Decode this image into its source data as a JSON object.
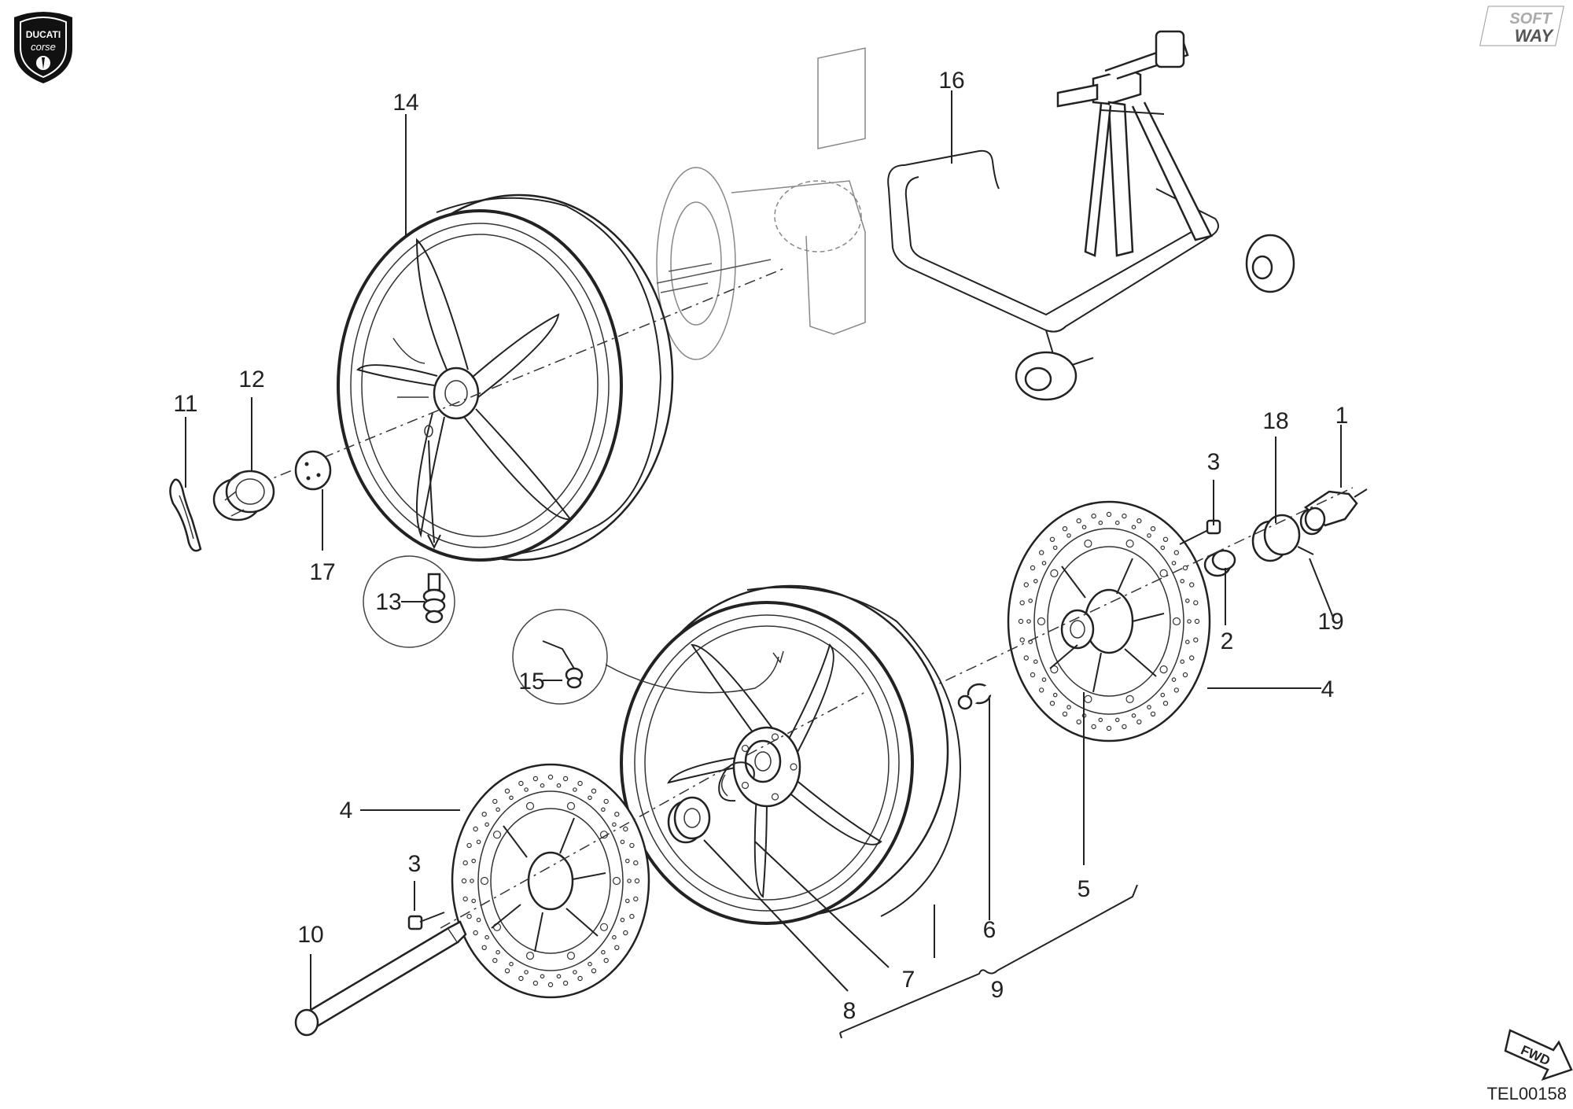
{
  "drawing": {
    "code": "TEL00158",
    "brand_logo_text": "DUCATI corse",
    "watermark_text": "SOFT WAY",
    "direction_badge": "FWD",
    "part_labels": [
      "1",
      "2",
      "3",
      "3",
      "4",
      "4",
      "5",
      "6",
      "7",
      "8",
      "9",
      "10",
      "11",
      "12",
      "13",
      "14",
      "15",
      "16",
      "17",
      "18",
      "19"
    ]
  },
  "colors": {
    "line": "#222222",
    "background": "#ffffff"
  }
}
